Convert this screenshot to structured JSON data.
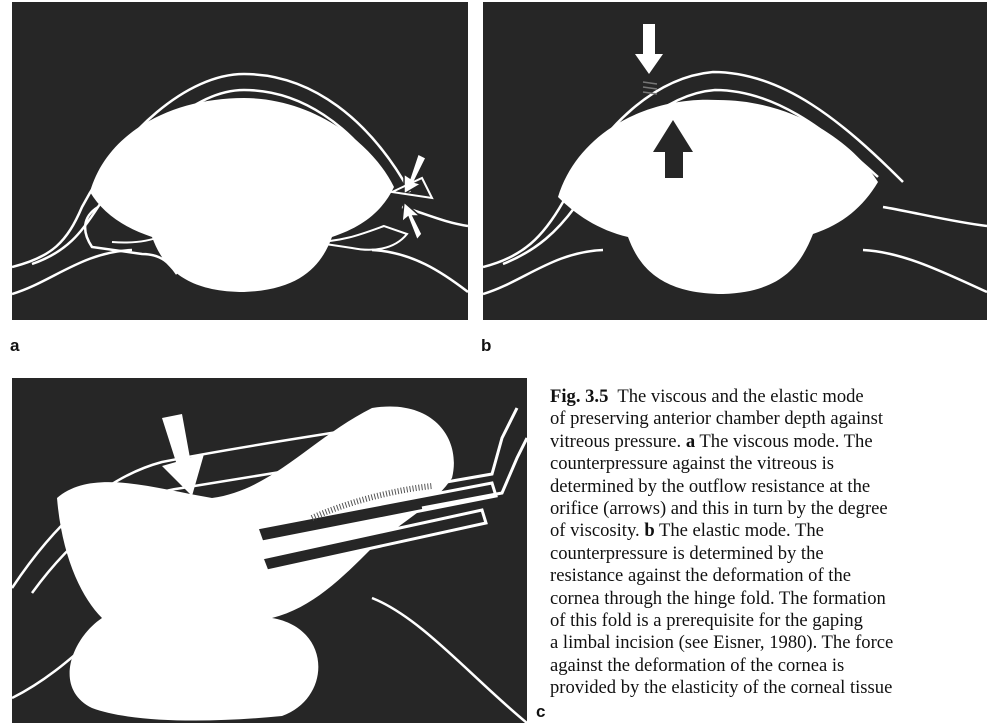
{
  "panels": {
    "a": {
      "label": "a"
    },
    "b": {
      "label": "b"
    },
    "c": {
      "label": "c"
    }
  },
  "caption": {
    "figure_number": "Fig. 3.5",
    "lines": [
      {
        "text": "The viscous and the elastic mode"
      },
      {
        "text": "of preserving anterior chamber depth against"
      },
      {
        "text": "vitreous pressure. ",
        "bold": "a",
        "rest": " The viscous mode. The"
      },
      {
        "text": "counterpressure against the vitreous is"
      },
      {
        "text": "determined by the outflow resistance at the"
      },
      {
        "text": "orifice (arrows) and this in turn by the degree"
      },
      {
        "text": "of viscosity. ",
        "bold": "b",
        "rest": " The elastic mode. The"
      },
      {
        "text": "counterpressure is determined by the"
      },
      {
        "text": "resistance against the deformation of the"
      },
      {
        "text": "cornea through the hinge fold. The formation"
      },
      {
        "text": "of this fold is a prerequisite for the gaping"
      },
      {
        "text": "a limbal incision (see Eisner, 1980). The force"
      },
      {
        "text": "against the deformation of the cornea is"
      },
      {
        "text": "provided by the elasticity of the corneal tissue"
      }
    ]
  },
  "colors": {
    "background": "#262626",
    "line": "#ffffff",
    "page": "#ffffff"
  }
}
